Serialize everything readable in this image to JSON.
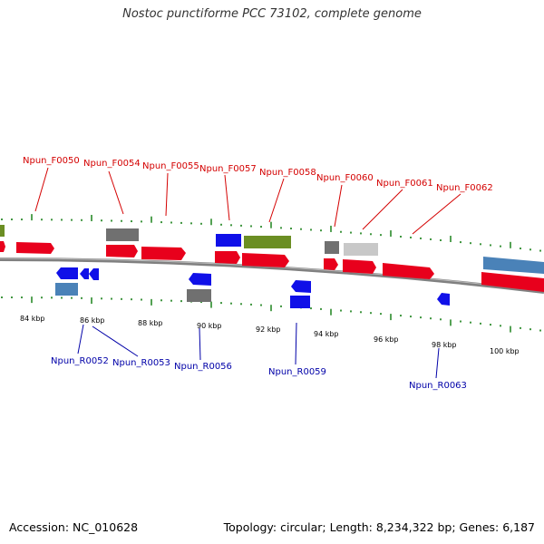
{
  "title": "Nostoc punctiforme PCC 73102, complete genome",
  "footer": {
    "accession": "Accession: NC_010628",
    "summary": "Topology: circular; Length: 8,234,322 bp; Genes: 6,187"
  },
  "colors": {
    "forward_label": "#d40000",
    "reverse_label": "#0000a8",
    "axis_tick": "#2a8a2a",
    "backbone": "#888888",
    "red_gene": "#e8001c",
    "blue_gene": "#1010e8",
    "steelblue_gene": "#4a82b8",
    "gray_gene": "#707070",
    "lightgray_gene": "#c8c8c8",
    "olive_gene": "#6b8e23"
  },
  "scale_labels": [
    "84 kbp",
    "86 kbp",
    "88 kbp",
    "90 kbp",
    "92 kbp",
    "94 kbp",
    "96 kbp",
    "98 kbp",
    "100 kbp"
  ],
  "forward_genes": [
    "Npun_F0050",
    "Npun_F0054",
    "Npun_F0055",
    "Npun_F0057",
    "Npun_F0058",
    "Npun_F0060",
    "Npun_F0061",
    "Npun_F0062"
  ],
  "reverse_genes": [
    "Npun_R0052",
    "Npun_R0053",
    "Npun_R0056",
    "Npun_R0059",
    "Npun_R0063"
  ]
}
